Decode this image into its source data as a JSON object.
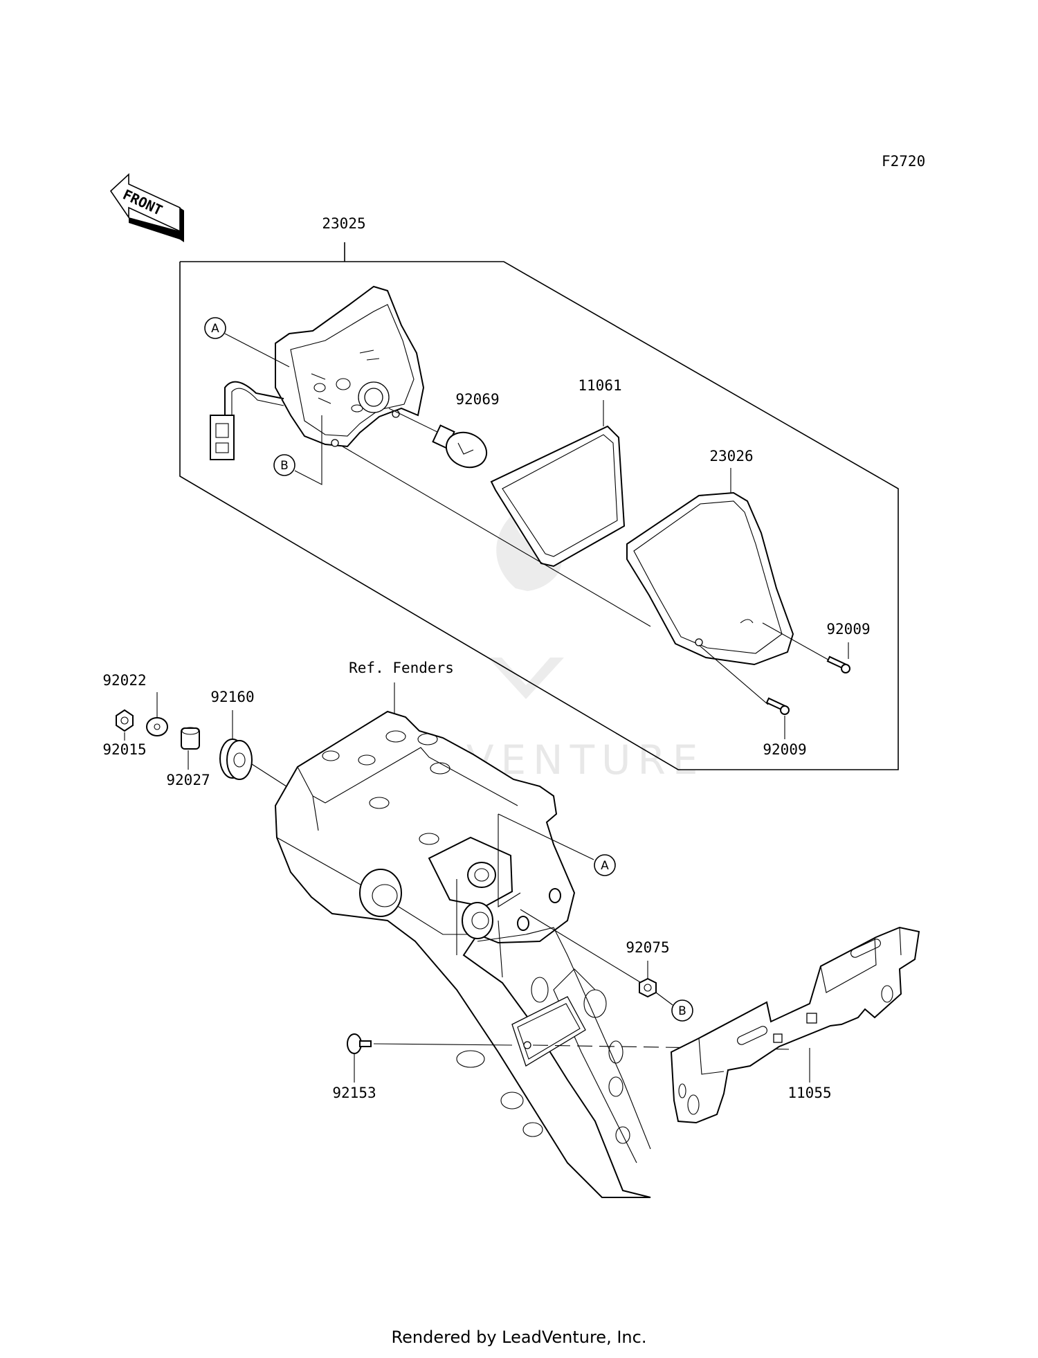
{
  "figure_code": "F2720",
  "front_arrow": "FRONT",
  "watermark": "LEADVENTURE",
  "reference_label": "Ref. Fenders",
  "callouts": {
    "a": "A",
    "b": "B"
  },
  "parts": {
    "p23025": "23025",
    "p92069": "92069",
    "p11061": "11061",
    "p23026": "23026",
    "p92009_top": "92009",
    "p92009_bottom": "92009",
    "p92022": "92022",
    "p92015": "92015",
    "p92160": "92160",
    "p92027": "92027",
    "p92075": "92075",
    "p92153": "92153",
    "p11055": "11055"
  },
  "footer": "Rendered by LeadVenture, Inc."
}
